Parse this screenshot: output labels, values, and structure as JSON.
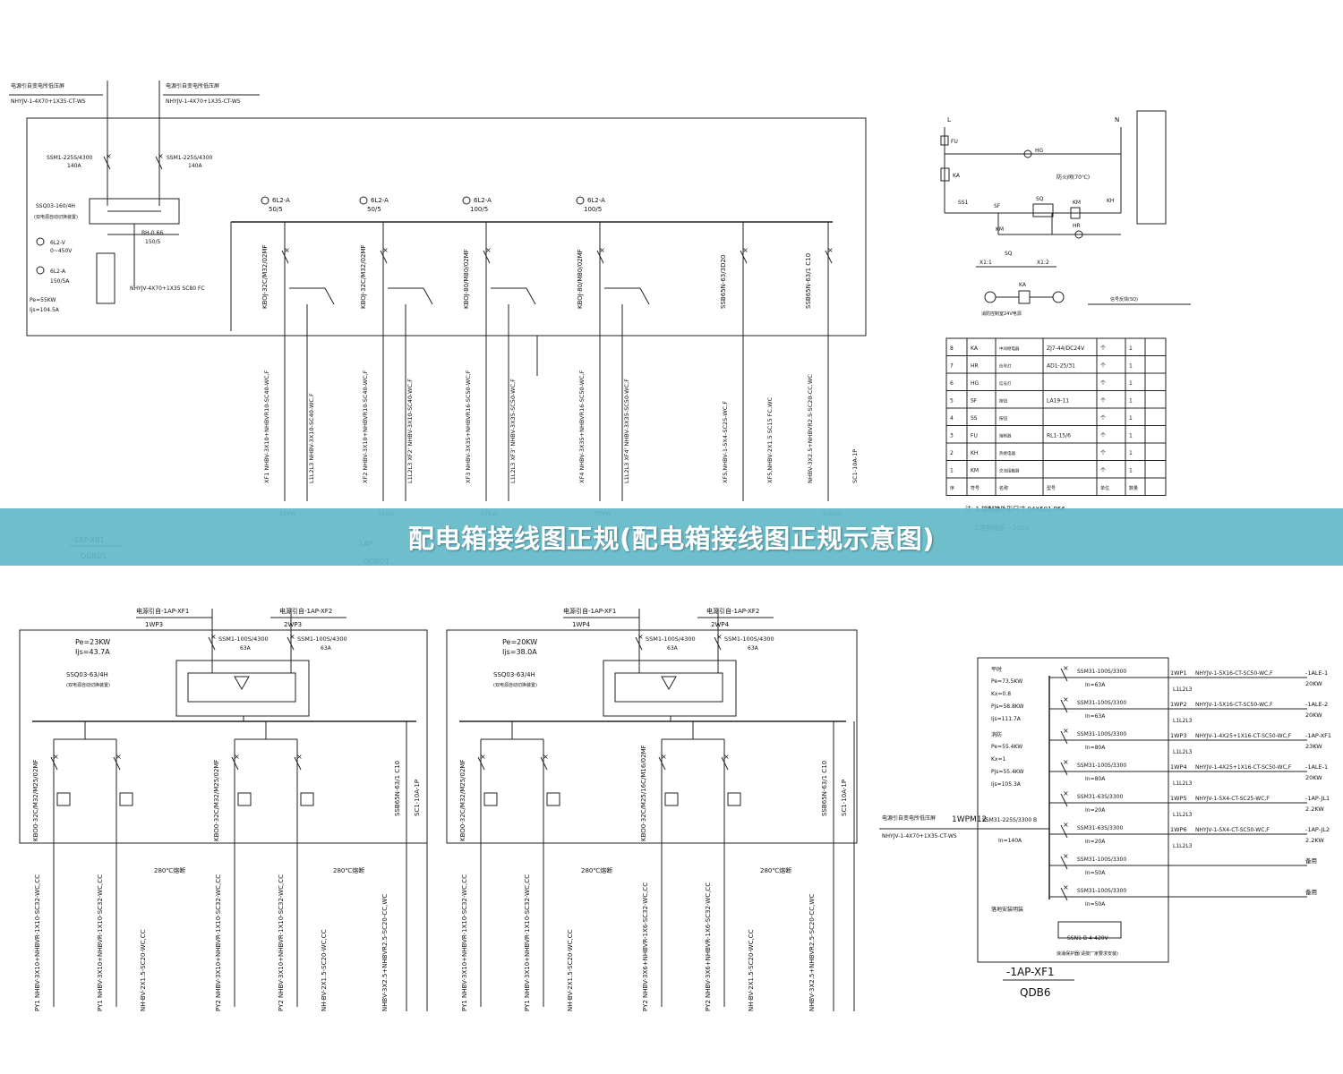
{
  "banner": {
    "title": "配电箱接线图正规(配电箱接线图正规示意图)"
  },
  "colors": {
    "banner_bg": "#62b8c8",
    "line": "#222222",
    "text": "#111111",
    "background": "#ffffff"
  },
  "top_panel": {
    "source1_label": "电源引自变电所低压屏",
    "source1_cable": "NHYJV-1-4X70+1X35-CT-WS",
    "source2_label": "电源引自变电所低压屏",
    "source2_cable": "NHYJV-1-4X70+1X35-CT-WS",
    "breaker1": "SSM1-225S/4300",
    "breaker1_rating": "140A",
    "breaker2": "SSM1-225S/4300",
    "breaker2_rating": "140A",
    "ats": "SSQ03-160/4H",
    "ats_note": "(双电源自动切换装置)",
    "voltmeter": "6L2-V",
    "voltmeter_range": "0~450V",
    "ammeter": "6L2-A",
    "ammeter_range": "150/5A",
    "ct": "BH-0.66",
    "ct_ratio": "150/5",
    "pe": "Pe=55KW",
    "ijs": "Ijs=104.5A",
    "incoming_cable": "NHYJV-4X70+1X35 SC80 FC",
    "branches": [
      {
        "meter": "6L2-A",
        "ratio": "50/5",
        "breaker": "KBOJ-32C/M32/02MF",
        "outgoing": "XF1  NHBV-3X10+NHBVR10-SC40-WC,F",
        "control": "L1L2L3  NHBV-3X10-SC40-WC,F",
        "load": "15KW"
      },
      {
        "meter": "6L2-A",
        "ratio": "50/5",
        "breaker": "KBOJ-32C/M32/02MF",
        "outgoing": "XF2  NHBV-3X10+NHBVR10-SC40-WC,F",
        "control": "L1L2L3  XF2'  NHBV-3X10-SC40-WC,F",
        "load": "15KW"
      },
      {
        "meter": "6L2-A",
        "ratio": "100/5",
        "breaker": "KBOJ-80/M80/02MF",
        "outgoing": "XF3  NHBV-3X35+NHBVR16-SC50-WC,F",
        "control": "L1L2L3  XF3'  NHBV-3X35-SC50-WC,F",
        "load": "37KW"
      },
      {
        "meter": "6L2-A",
        "ratio": "100/5",
        "breaker": "KBOJ-80/M80/02MF",
        "outgoing": "XF4  NHBV-3X35+NHBVR16-SC50-WC,F",
        "control": "L1L2L3  XF4'  NHBV-3X35-SC50-WC,F",
        "load": "37KW"
      },
      {
        "meter": "",
        "ratio": "",
        "breaker": "SSB65N-63/3D20",
        "outgoing": "XF5,NHBV-1-5X4-SC25-WC,F",
        "control": "XF5,NHBV-2X1.5 SC15 FC,WC",
        "load": ""
      },
      {
        "meter": "",
        "ratio": "",
        "breaker": "SSB65N-63/1 C10",
        "outgoing": "NHBV-3X2.5+NHBVR2.5-SC20-CC,WC",
        "control": "SC1-10A-1P",
        "load": "0.6KW"
      }
    ],
    "box_label_left": "-1AP-XB1",
    "box_id_left": "QGBD1",
    "box_label_mid": "-1AP",
    "box_id_mid": "QGBD1"
  },
  "control_circuit": {
    "phase": "L",
    "neutral": "N",
    "fuse": "FU",
    "relay": "KA",
    "lamp_green": "HG",
    "lamp_red": "HR",
    "switch1": "SS1",
    "switch2": "SF",
    "temp_switch": "SQ",
    "contactor1": "KM",
    "contactor2": "KH",
    "fire_label": "防火阀(70℃)",
    "terminal1": "X1:1",
    "terminal2": "X1:2",
    "coil_note": "消防控制室24V电源",
    "relay_coil": "KA",
    "legend_note": "信号反馈(SQ)",
    "table_rows": [
      [
        "8",
        "KA",
        "中间继电器",
        "ZJ7-44/DC24V",
        "个",
        "1"
      ],
      [
        "7",
        "HR",
        "信号灯",
        "AD1-25/31",
        "个",
        "1"
      ],
      [
        "6",
        "HG",
        "信号灯",
        "",
        "个",
        "1"
      ],
      [
        "5",
        "SF",
        "按钮",
        "LA19-11",
        "个",
        "1"
      ],
      [
        "4",
        "SS",
        "按钮",
        "",
        "个",
        "1"
      ],
      [
        "3",
        "FU",
        "熔断器",
        "RL1-15/6",
        "个",
        "1"
      ],
      [
        "2",
        "KH",
        "热继电器",
        "",
        "个",
        "1"
      ],
      [
        "1",
        "KM",
        "交流接触器",
        "",
        "个",
        "1"
      ]
    ],
    "table_header": [
      "序",
      "符号",
      "名称",
      "型号",
      "单位",
      "数量"
    ],
    "note1": "注: 1.控制箱外形尺寸 04X501 P56.",
    "note2": "2.控制电压 ~220V."
  },
  "bottom_left": {
    "source1": "电源引自-1AP-XF1",
    "source1_id": "1WP3",
    "source2": "电源引自-1AP-XF2",
    "source2_id": "2WP3",
    "pe": "Pe=23KW",
    "ijs": "Ijs=43.7A",
    "ats": "SSQ03-63/4H",
    "ats_note": "(双电源自动切换装置)",
    "breaker1": "SSM1-100S/4300",
    "breaker1_rating": "63A",
    "breaker2": "SSM1-100S/4300",
    "breaker2_rating": "63A",
    "branches": [
      "KBO0-32C/M32/M25/02MF",
      "KBO0-32C/M32/M25/02MF",
      "SSB65N-63/1 C10",
      "SC1-10A-1P"
    ],
    "cables": [
      "PY1  NHBV-3X10+NHBVR-1X10-SC32-WC,CC",
      "PY1  NHBV-3X10+NHBVR-1X10-SC32-WC,CC",
      "NH-BV-2X1.5-SC20-WC,CC",
      "PY2  NHBV-3X10+NHBVR-1X10-SC32-WC,CC",
      "PY2  NHBV-3X10+NHBVR-1X10-SC32-WC,CC",
      "NH-BV-2X1.5-SC20-WC,CC",
      "NHBV-3X2.5+NHBVR2.5-SC20-CC,WC"
    ],
    "fire_temp": "280℃熔断",
    "fire_temp2": "280℃熔断"
  },
  "bottom_mid": {
    "source1": "电源引自-1AP-XF1",
    "source1_id": "1WP4",
    "source2": "电源引自-1AP-XF2",
    "source2_id": "2WP4",
    "pe": "Pe=20KW",
    "ijs": "Ijs=38.0A",
    "ats": "SSQ03-63/4H",
    "ats_note": "(双电源自动切换装置)",
    "breaker1": "SSM1-100S/4300",
    "breaker1_rating": "63A",
    "breaker2": "SSM1-100S/4300",
    "breaker2_rating": "63A",
    "branches": [
      "KBO0-32C/M32/M25/02MF",
      "KBO0-32C/M25/16C/M16/02MF",
      "SSB65N-63/1 C10",
      "SC1-10A-1P"
    ],
    "cables": [
      "PY1  NHBV-3X10+NHBVR-1X10-SC32-WC,CC",
      "PY1  NHBV-3X10+NHBVR-1X10-SC32-WC,CC",
      "NH-BV-2X1.5-SC20-WC,CC",
      "PY2  NHBV-3X6+NHBVR-1X6-SC32-WC,CC",
      "PY2  NHBV-3X6+NHBVR-1X6-SC32-WC,CC",
      "NH-BV-2X1.5-SC20-WC,CC",
      "NHBV-3X2.5+NHBVR2.5-SC20-CC,WC"
    ],
    "fire_temp": "280℃熔断",
    "fire_temp2": "280℃熔断"
  },
  "bottom_right": {
    "source_label": "电源引自变电所低压屏",
    "source_id": "1WPM12",
    "source_cable": "NHYJV-1-4X70+1X35-CT-WS",
    "main_breaker": "SSM31-225S/3300 B",
    "main_rating": "In=140A",
    "normal_label": "平时",
    "normal_pe": "Pe=73.5KW",
    "normal_kx": "Kx=0.8",
    "normal_pjs": "Pjs=58.8KW",
    "normal_ijs": "Ijs=111.7A",
    "fire_label": "消防",
    "fire_pe": "Pe=55.4KW",
    "fire_kx": "Kx=1",
    "fire_pjs": "Pjs=55.4KW",
    "fire_ijs": "Ijs=105.3A",
    "box_note": "落地安装明装",
    "surge_label": "SSN1-B-4-420V",
    "surge_note": "浪涌保护器(请按厂家要求安装)",
    "circuits": [
      {
        "breaker": "SSM31-100S/3300",
        "rating": "In=63A",
        "id": "1WP1",
        "cable": "NHYJV-1-5X16-CT-SC50-WC,F",
        "phases": "L1L2L3",
        "target": "-1ALE-1",
        "power": "20KW"
      },
      {
        "breaker": "SSM31-100S/3300",
        "rating": "In=63A",
        "id": "1WP2",
        "cable": "NHYJV-1-5X16-CT-SC50-WC,F",
        "phases": "L1L2L3",
        "target": "-1ALE-2",
        "power": "20KW"
      },
      {
        "breaker": "SSM31-100S/3300",
        "rating": "In=80A",
        "id": "1WP3",
        "cable": "NHYJV-1-4X25+1X16-CT-SC50-WC,F",
        "phases": "L1L2L3",
        "target": "-1AP-XF1",
        "power": "23KW"
      },
      {
        "breaker": "SSM31-100S/3300",
        "rating": "In=80A",
        "id": "1WP4",
        "cable": "NHYJV-1-4X25+1X16-CT-SC50-WC,F",
        "phases": "L1L2L3",
        "target": "-1ALE-1",
        "power": "20KW"
      },
      {
        "breaker": "SSM31-63S/3300",
        "rating": "In=20A",
        "id": "1WP5",
        "cable": "NHYJV-1-5X4-CT-SC25-WC,F",
        "phases": "L1L2L3",
        "target": "-1AP-JL1",
        "power": "2.2KW"
      },
      {
        "breaker": "SSM31-63S/3300",
        "rating": "In=20A",
        "id": "1WP6",
        "cable": "NHYJV-1-5X4-CT-SC50-WC,F",
        "phases": "L1L2L3",
        "target": "-1AP-JL2",
        "power": "2.2KW"
      },
      {
        "breaker": "SSM31-100S/3300",
        "rating": "In=50A",
        "id": "",
        "cable": "",
        "phases": "",
        "target": "备用",
        "power": ""
      },
      {
        "breaker": "SSM31-100S/3300",
        "rating": "In=50A",
        "id": "",
        "cable": "",
        "phases": "",
        "target": "备用",
        "power": ""
      }
    ],
    "box_label": "-1AP-XF1",
    "box_id": "QDB6"
  }
}
